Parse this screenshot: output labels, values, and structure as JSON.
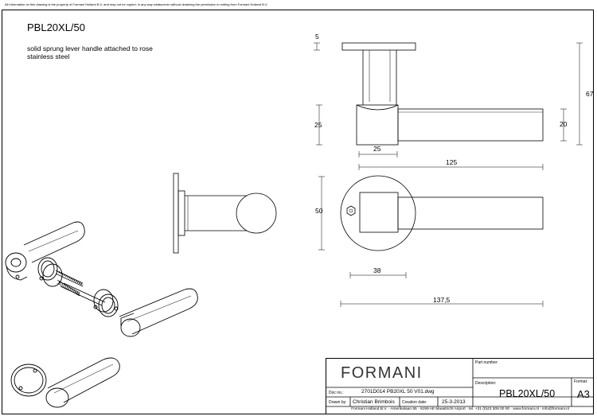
{
  "disclaimer": "All information on this drawing is the property of Formani Holland B.V. and may not be copied, in any way whatsoever without obtaining the permission in writing from Formani Holland B.V.",
  "title": "PBL20XL/50",
  "description": {
    "line1": "solid sprung lever handle attached to rose",
    "line2": "stainless steel"
  },
  "dimensions": {
    "rose_thickness": "5",
    "total_height": "67",
    "lever_diameter": "20",
    "neck_height": "25",
    "neck_width": "25",
    "lever_length": "125",
    "rose_diameter": "50",
    "neck_offset": "38",
    "overall_length": "137,5"
  },
  "title_block": {
    "brand": "FORMANI",
    "part_number_label": "Part number:",
    "description_label": "Description:",
    "description_value": "PBL20XL/50",
    "format_label": "Format:",
    "format_value": "A3",
    "doc_no_label": "Doc no.:",
    "doc_no_value": "2701D014 PB20XL 50 V01.dwg",
    "drawn_by_label": "Drawn by:",
    "drawn_by_value": "Christian Brimbois",
    "creation_date_label": "Creation date:",
    "creation_date_value": "25-3-2013",
    "footer": "Formani Holland B.V. · Amerikalaan 55 · 6199 AE Maastricht Airport · tel. +31 (0)43 308 00 00 · www.formani.nl · info@formani.nl"
  }
}
